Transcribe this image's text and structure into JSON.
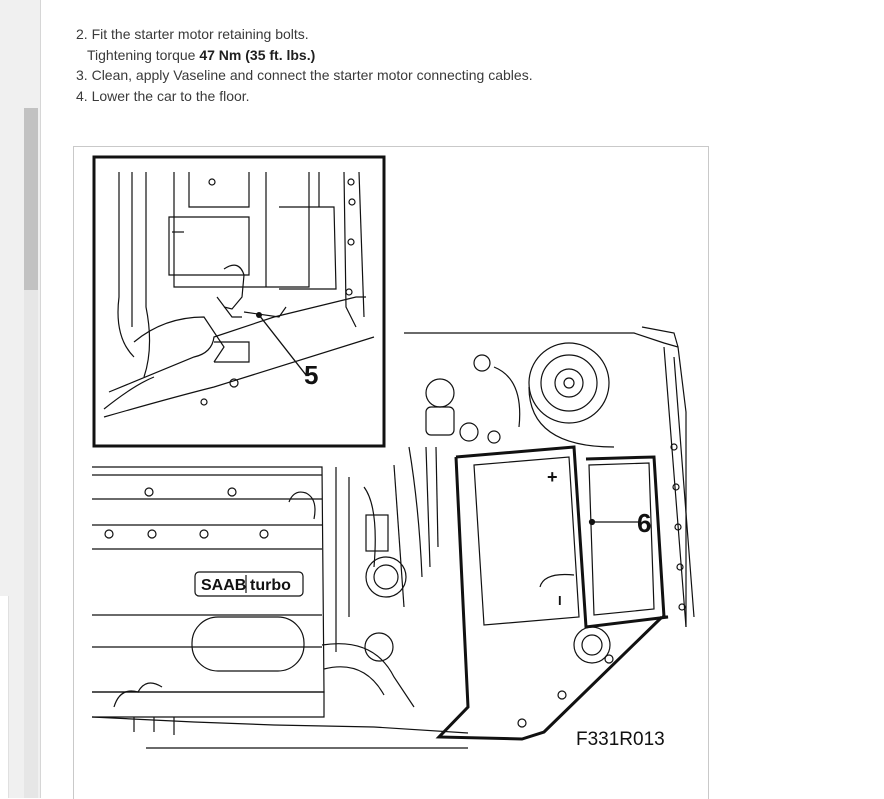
{
  "instructions": [
    {
      "number": "2.",
      "text": "Fit the starter motor retaining bolts."
    },
    {
      "number": "",
      "text": "Tightening torque ",
      "bold": "47 Nm (35 ft. lbs.)"
    },
    {
      "number": "3.",
      "text": "Clean, apply Vaseline and connect the starter motor connecting cables."
    },
    {
      "number": "4.",
      "text": "Lower the car to the floor."
    }
  ],
  "figure": {
    "callouts": [
      "5",
      "6"
    ],
    "badge": {
      "brand": "SAAB",
      "model": "turbo"
    },
    "battery_symbol": "+",
    "minus_symbol": "I",
    "code": "F331R013"
  }
}
